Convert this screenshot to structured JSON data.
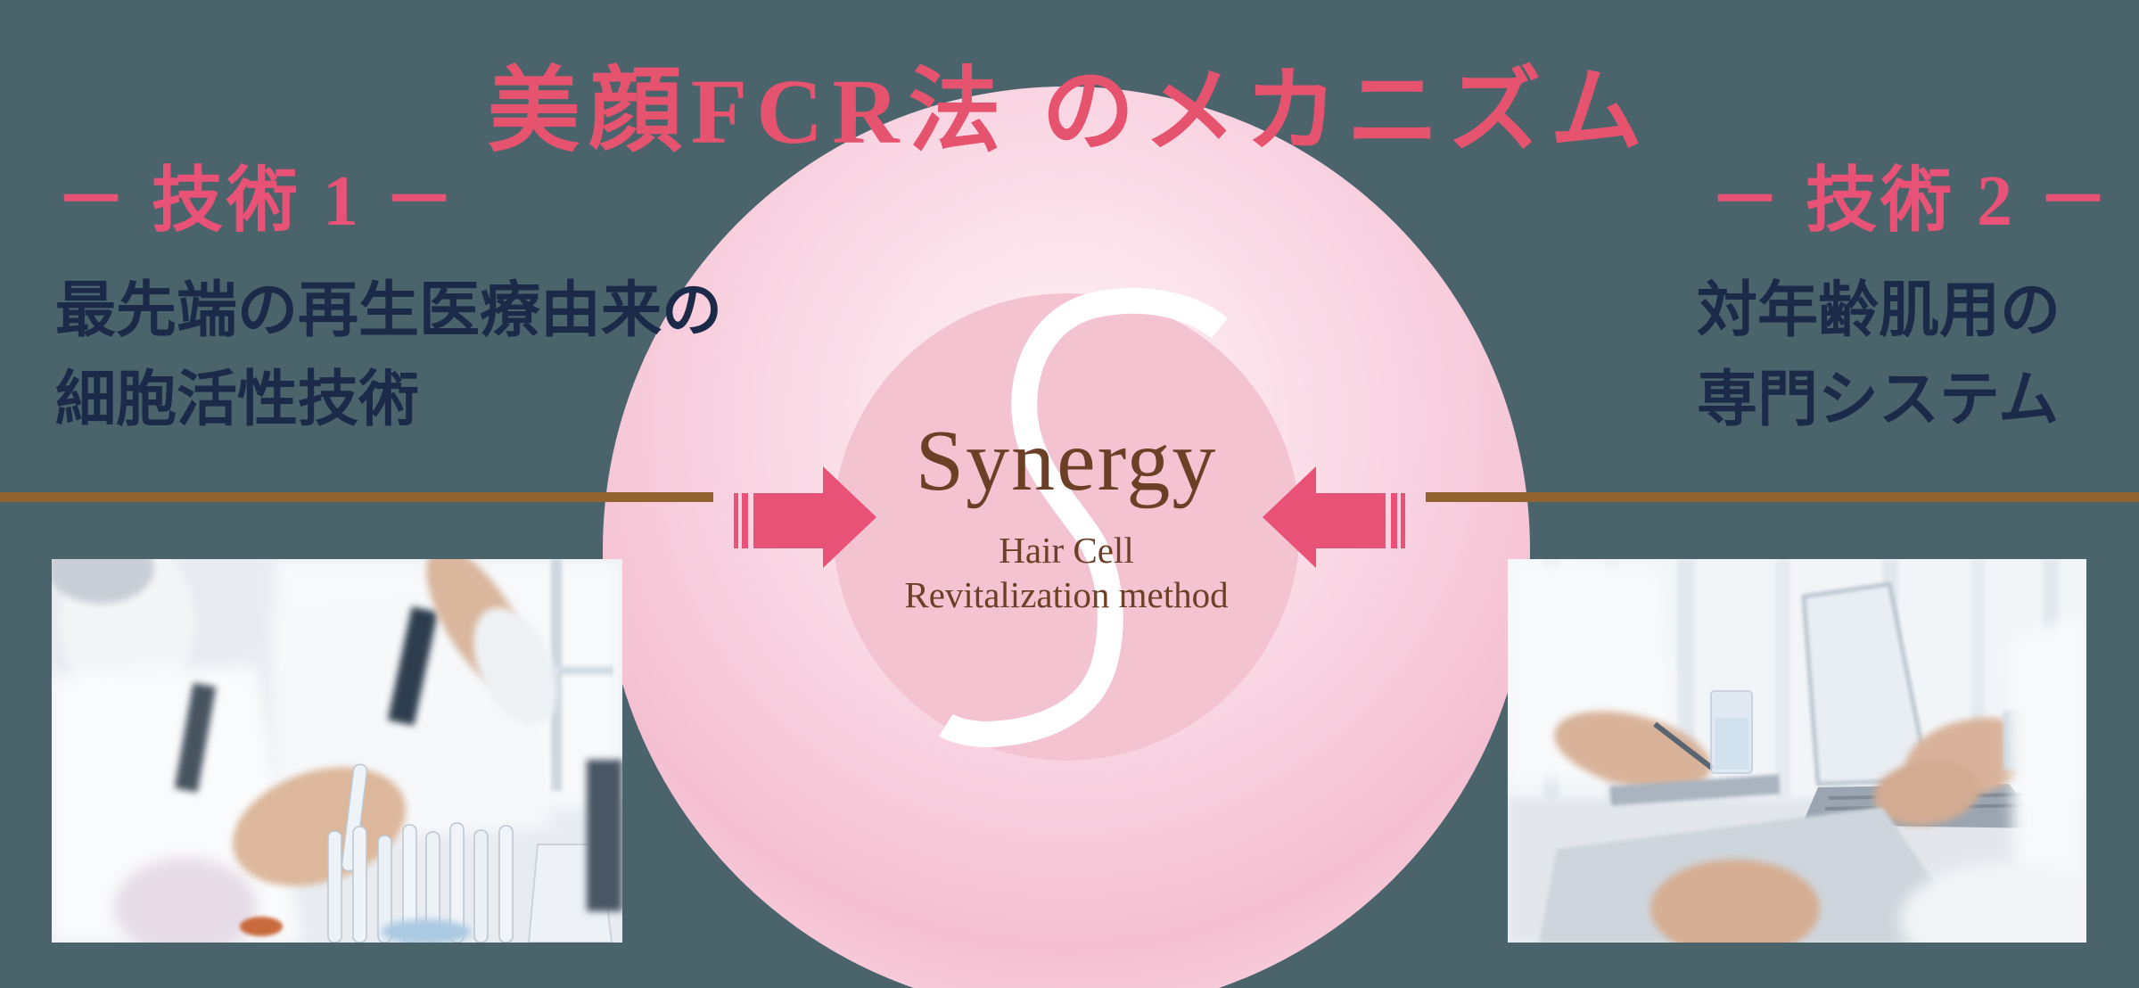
{
  "title": "美顔FCR法 のメカニズム",
  "tech1": {
    "label": "－ 技術 1 －",
    "line1": "最先端の再生医療由来の",
    "line2": "細胞活性技術"
  },
  "tech2": {
    "label": "－ 技術 2 －",
    "line1": "対年齢肌用の",
    "line2": "専門システム"
  },
  "center": {
    "heading": "Synergy",
    "sub1": "Hair Cell",
    "sub2": "Revitalization method"
  },
  "photos": {
    "left": "researchers-in-lab-with-test-tubes",
    "right": "specialists-meeting-with-laptop-and-tablet"
  },
  "colors": {
    "background": "#4b636b",
    "title_pink": "#e5536f",
    "accent_pink": "#e95277",
    "text_navy": "#1b2a49",
    "line_brown": "#92622f",
    "center_brown": "#6b4027",
    "inner_circle_pink": "#f4c3d1",
    "outer_circle_glow": "#fdf2f6",
    "s_curve": "#ffffff"
  }
}
